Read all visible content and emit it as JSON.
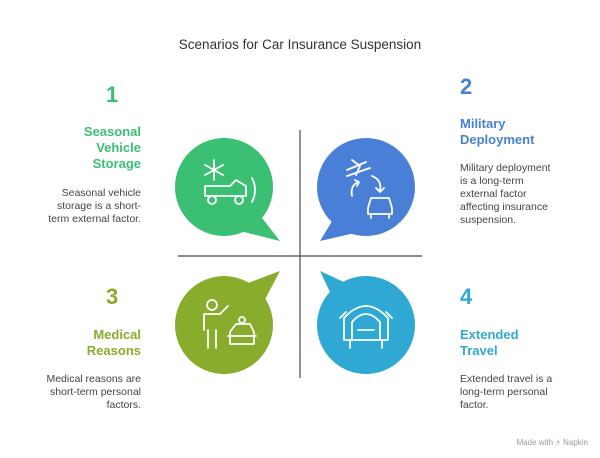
{
  "title": "Scenarios for Car Insurance Suspension",
  "quadrants": [
    {
      "number": "1",
      "heading": [
        "Seasonal",
        "Vehicle",
        "Storage"
      ],
      "description": [
        "Seasonal vehicle",
        "storage is a short-",
        "term external factor."
      ],
      "color": "#3bbf73",
      "icon": "snowflake-truck-icon"
    },
    {
      "number": "2",
      "heading": [
        "Military",
        "Deployment"
      ],
      "description": [
        "Military deployment",
        "is a long-term",
        "external factor",
        "affecting insurance",
        "suspension."
      ],
      "color": "#4a7fd8",
      "icon": "plane-car-icon"
    },
    {
      "number": "3",
      "heading": [
        "Medical",
        "Reasons"
      ],
      "description": [
        "Medical reasons are",
        "short-term personal",
        "factors."
      ],
      "color": "#8aac2c",
      "icon": "person-car-icon"
    },
    {
      "number": "4",
      "heading": [
        "Extended",
        "Travel"
      ],
      "description": [
        "Extended travel is a",
        "long-term personal",
        "factor."
      ],
      "color": "#2fa8d4",
      "icon": "covered-car-icon"
    }
  ],
  "footer": "Made with ⚡ Napkin"
}
